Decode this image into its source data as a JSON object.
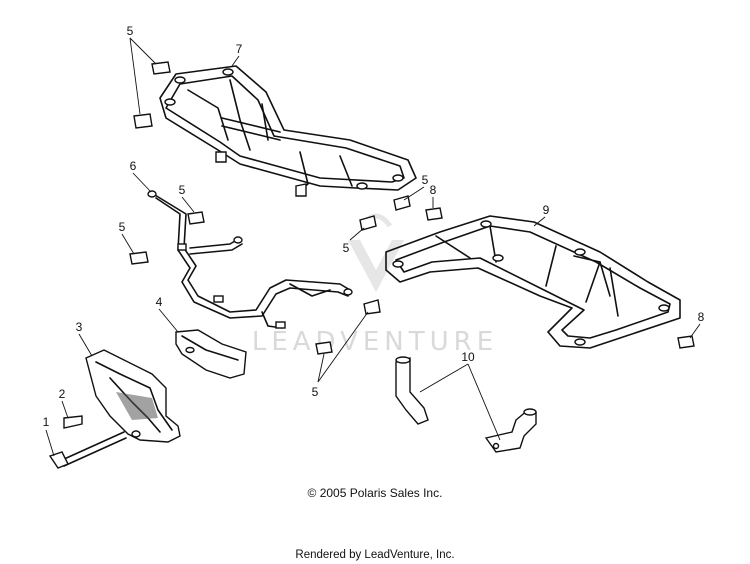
{
  "callouts": [
    {
      "id": "c1",
      "label": "1"
    },
    {
      "id": "c2",
      "label": "2"
    },
    {
      "id": "c3",
      "label": "3"
    },
    {
      "id": "c4",
      "label": "4"
    },
    {
      "id": "c5a",
      "label": "5"
    },
    {
      "id": "c5b",
      "label": "5"
    },
    {
      "id": "c5c",
      "label": "5"
    },
    {
      "id": "c5d",
      "label": "5"
    },
    {
      "id": "c5e",
      "label": "5"
    },
    {
      "id": "c5f",
      "label": "5"
    },
    {
      "id": "c6",
      "label": "6"
    },
    {
      "id": "c7",
      "label": "7"
    },
    {
      "id": "c8a",
      "label": "8"
    },
    {
      "id": "c8b",
      "label": "8"
    },
    {
      "id": "c9",
      "label": "9"
    },
    {
      "id": "c10",
      "label": "10"
    }
  ],
  "watermark": {
    "brand": "LEADVENTURE"
  },
  "footer": {
    "copyright": "© 2005 Polaris Sales Inc.",
    "rendered_by": "Rendered by LeadVenture, Inc."
  }
}
